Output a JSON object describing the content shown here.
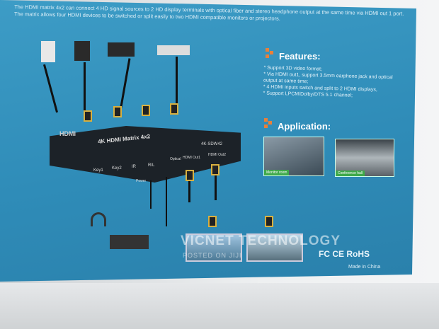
{
  "intro_text": "The HDMI matrix 4x2 can connect 4 HD signal sources to 2 HD display terminals with optical fiber and stereo headphone output at the same time via HDMI out 1 port. The matrix allows four HDMI devices to be switched or split easily to two HDMI compatible monitors or projectors.",
  "features": {
    "title": "Features:",
    "items": [
      "* Support 3D video format;",
      "* Via HDMI out1, support 3.5mm earphone jack and optical output at same time;",
      "* 4 HDMI inputs switch and split to 2 HDMI displays,",
      "* Support LPCM/Dolby/DTS 5.1 channel;"
    ]
  },
  "application": {
    "title": "Application:",
    "photos": [
      {
        "caption": "Monitor room"
      },
      {
        "caption": "Conference hall"
      }
    ]
  },
  "device": {
    "brand": "HDMI",
    "model": "4K HDMI Matrix 4x2",
    "code": "4K-SDW42",
    "labels": [
      "Key1",
      "Key2",
      "IR",
      "R/L",
      "Power",
      "Optical",
      "HDMI Out1",
      "HDMI Out2"
    ]
  },
  "certifications": "FC CE RoHS",
  "made_in": "Made in China",
  "watermark": {
    "line1": "VICNET TECHNOLOGY",
    "line2": "POSTED ON JIJI"
  },
  "colors": {
    "box": "#2f8cb8",
    "accent": "#e8803a"
  }
}
